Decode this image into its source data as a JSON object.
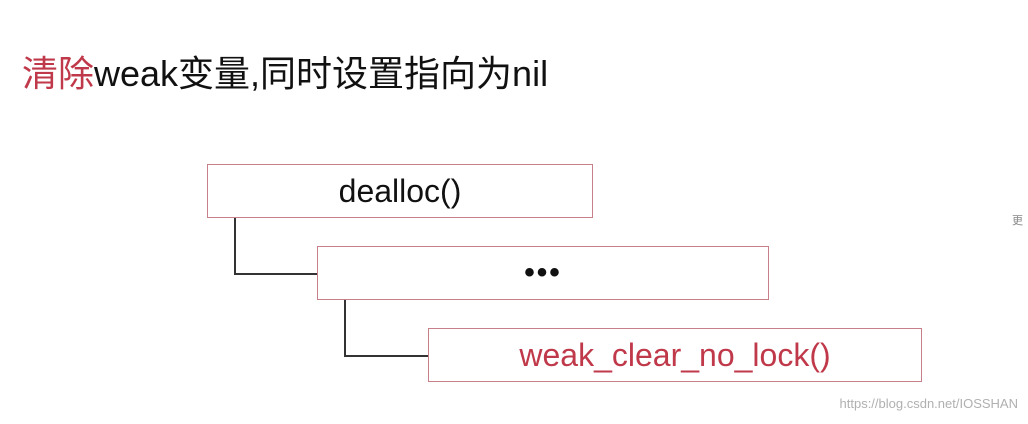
{
  "title": {
    "highlight": "清除",
    "rest": "weak变量,同时设置指向为nil",
    "highlight_color": "#c0394a"
  },
  "diagram": {
    "boxes": [
      {
        "id": "dealloc",
        "label": "dealloc()"
      },
      {
        "id": "ellipsis",
        "label": "•••"
      },
      {
        "id": "weak_clear",
        "label": "weak_clear_no_lock()",
        "color": "#c0394a"
      }
    ],
    "border_color": "#c77f89"
  },
  "side_glyph": "更",
  "watermark": "https://blog.csdn.net/IOSSHAN"
}
